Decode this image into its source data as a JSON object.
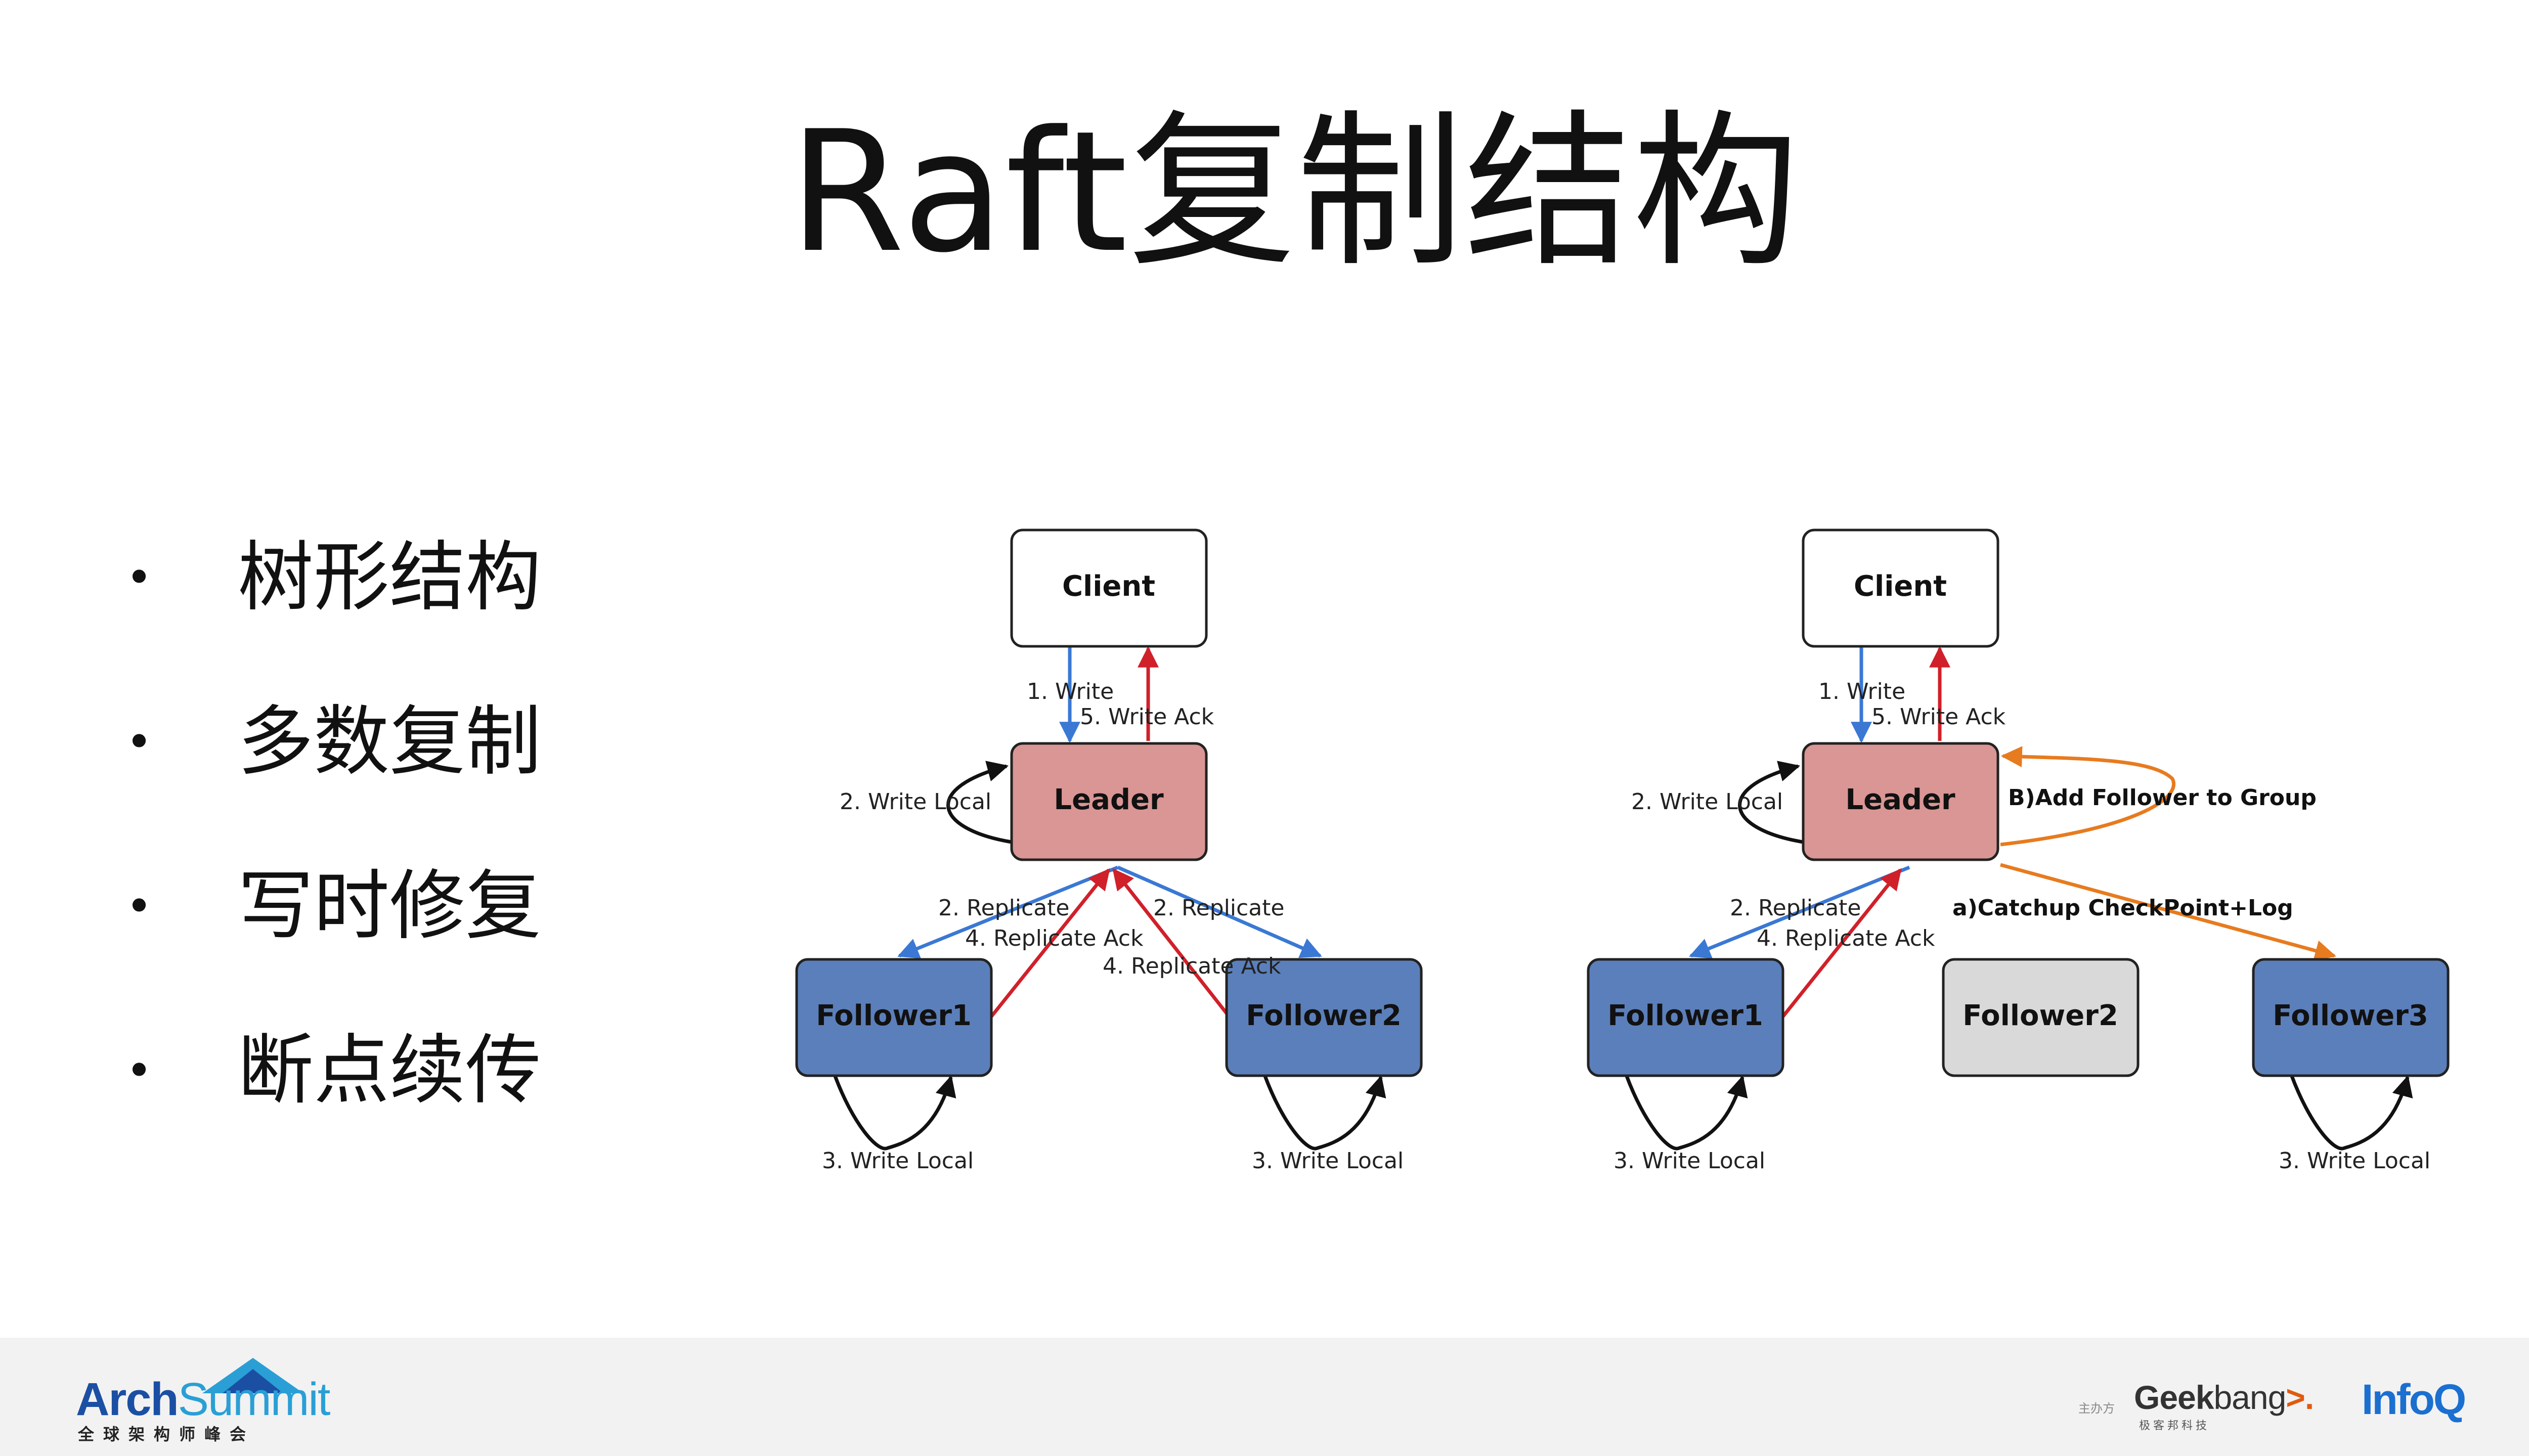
{
  "slide": {
    "title": "Raft复制结构",
    "bullets": [
      {
        "marker": "•",
        "text": "树形结构"
      },
      {
        "marker": "•",
        "text": "多数复制"
      },
      {
        "marker": "•",
        "text": "写时修复"
      },
      {
        "marker": "•",
        "text": "断点续传"
      }
    ]
  },
  "diagram_left": {
    "client": "Client",
    "leader": "Leader",
    "follower1": "Follower1",
    "follower2": "Follower2",
    "write": "1. Write",
    "write_ack": "5. Write Ack",
    "leader_write_local": "2. Write Local",
    "replicate_left": "2. Replicate",
    "replicate_ack_left": "4. Replicate Ack",
    "replicate_right": "2. Replicate",
    "replicate_ack_right": "4. Replicate Ack",
    "f1_write_local": "3. Write Local",
    "f2_write_local": "3. Write Local"
  },
  "diagram_right": {
    "client": "Client",
    "leader": "Leader",
    "follower1": "Follower1",
    "follower2": "Follower2",
    "follower3": "Follower3",
    "write": "1. Write",
    "write_ack": "5. Write Ack",
    "leader_write_local": "2. Write Local",
    "add_follower": "B)Add Follower to Group",
    "catchup": "a)Catchup CheckPoint+Log",
    "replicate": "2. Replicate",
    "replicate_ack": "4. Replicate Ack",
    "f1_write_local": "3. Write Local",
    "f3_write_local": "3. Write Local"
  },
  "footer": {
    "left_brand_bold": "Arch",
    "left_brand_thin": "Summit",
    "left_tagline": "全球架构师峰会",
    "host_label": "主办方",
    "geek_bold": "Geek",
    "geek_thin": "bang",
    "geek_arrow": ">.",
    "geek_sub": "极客邦科技",
    "infoq": "InfoQ"
  },
  "colors": {
    "leader_fill": "#d99694",
    "follower_fill": "#5b7fba",
    "inactive_fill": "#d9d9d9",
    "blue_arrow": "#3a78d4",
    "red_arrow": "#d0202a",
    "orange_arrow": "#e77b1f"
  }
}
